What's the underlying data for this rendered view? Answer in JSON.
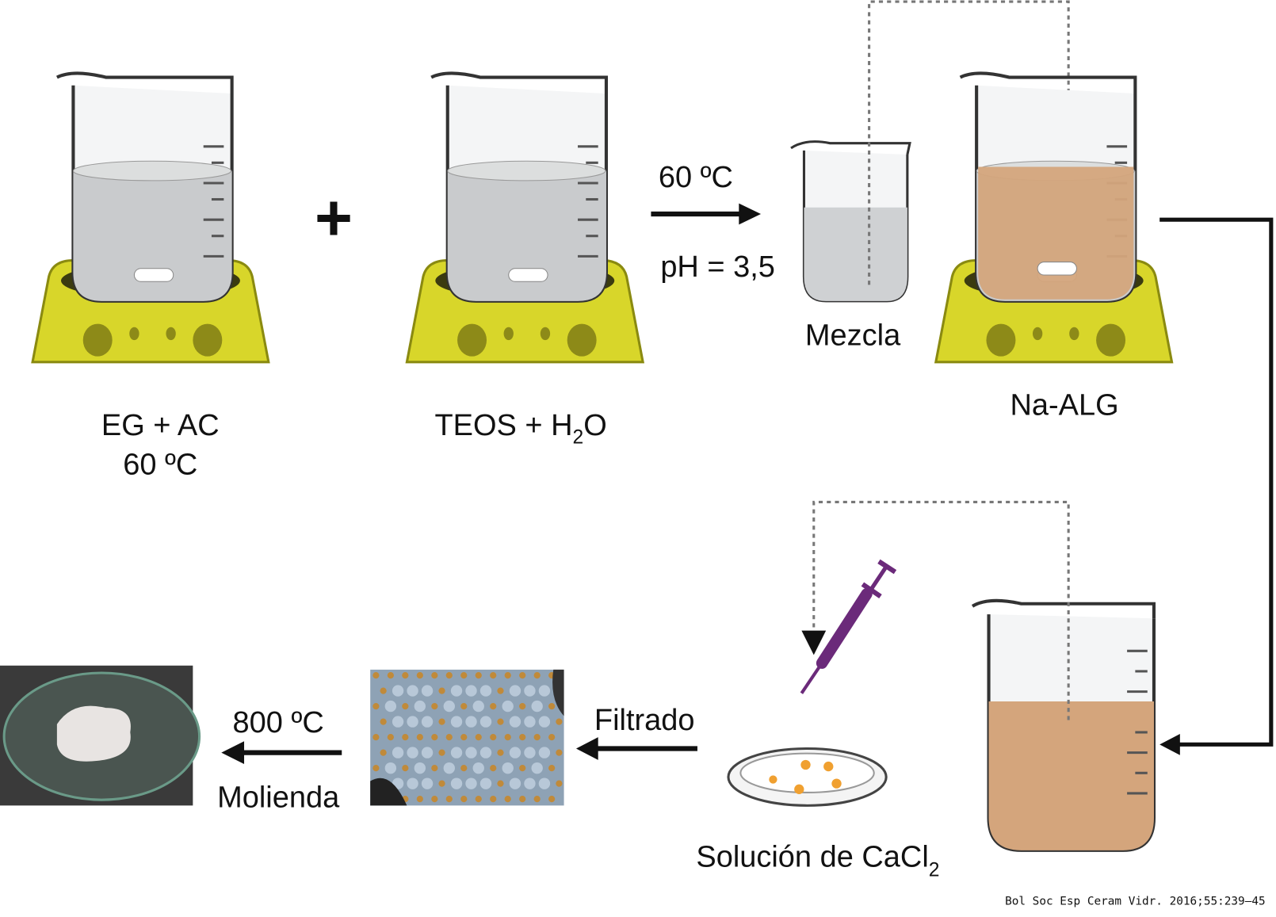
{
  "labels": {
    "beaker1_line1": "EG + AC",
    "beaker1_line2": "60 ºC",
    "beaker2_main": "TEOS + H",
    "beaker2_sub": "2",
    "beaker2_end": "O",
    "plus": "+",
    "arrow1_top": "60 ºC",
    "arrow1_bottom": "pH = 3,5",
    "mezcla": "Mezcla",
    "na_alg": "Na-ALG",
    "cacl2_main": "Solución de CaCl",
    "cacl2_sub": "2",
    "filtrado": "Filtrado",
    "temp_800": "800 ºC",
    "molienda": "Molienda"
  },
  "citation": "Bol Soc Esp Ceram Vidr. 2016;55:239–45",
  "colors": {
    "hotplate": "#d8d62a",
    "liquid_clear": "#c9cbcd",
    "liquid_alginate": "#d4a57c",
    "syringe": "#6b2a7a",
    "beads": "#f0a030"
  }
}
